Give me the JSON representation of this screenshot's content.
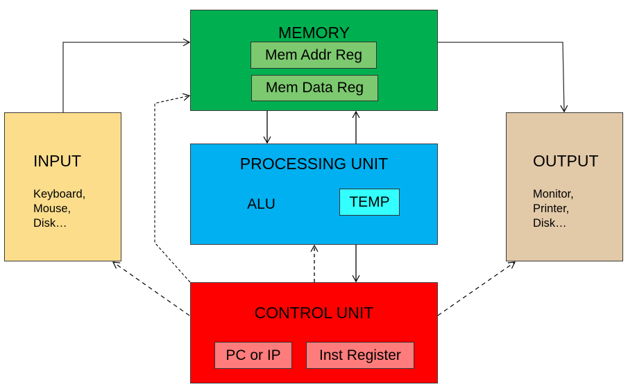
{
  "diagram": {
    "type": "von-neumann-architecture",
    "memory": {
      "title": "MEMORY",
      "registers": [
        "Mem Addr Reg",
        "Mem Data Reg"
      ],
      "color": "#00b050",
      "register_color": "#7cc96f"
    },
    "processing_unit": {
      "title": "PROCESSING UNIT",
      "alu_label": "ALU",
      "temp_label": "TEMP",
      "color": "#00b0f0",
      "component_color": "#33ffff"
    },
    "control_unit": {
      "title": "CONTROL UNIT",
      "registers": [
        "PC or IP",
        "Inst Register"
      ],
      "color": "#ff0000",
      "register_color": "#ff7c7c"
    },
    "input": {
      "title": "INPUT",
      "items": [
        "Keyboard,",
        "Mouse,",
        "Disk…"
      ],
      "color": "#fbdd8c"
    },
    "output": {
      "title": "OUTPUT",
      "items": [
        "Monitor,",
        "Printer,",
        "Disk…"
      ],
      "color": "#e2c9a8"
    },
    "connections": [
      {
        "from": "input",
        "to": "memory",
        "style": "solid"
      },
      {
        "from": "memory",
        "to": "output",
        "style": "solid"
      },
      {
        "from": "memory",
        "to": "processing_unit",
        "style": "solid"
      },
      {
        "from": "processing_unit",
        "to": "memory",
        "style": "solid"
      },
      {
        "from": "processing_unit",
        "to": "control_unit",
        "style": "solid"
      },
      {
        "from": "control_unit",
        "to": "processing_unit",
        "style": "dashed"
      },
      {
        "from": "control_unit",
        "to": "memory",
        "style": "dashed"
      },
      {
        "from": "control_unit",
        "to": "input",
        "style": "dashed"
      },
      {
        "from": "control_unit",
        "to": "output",
        "style": "dashed"
      }
    ]
  }
}
